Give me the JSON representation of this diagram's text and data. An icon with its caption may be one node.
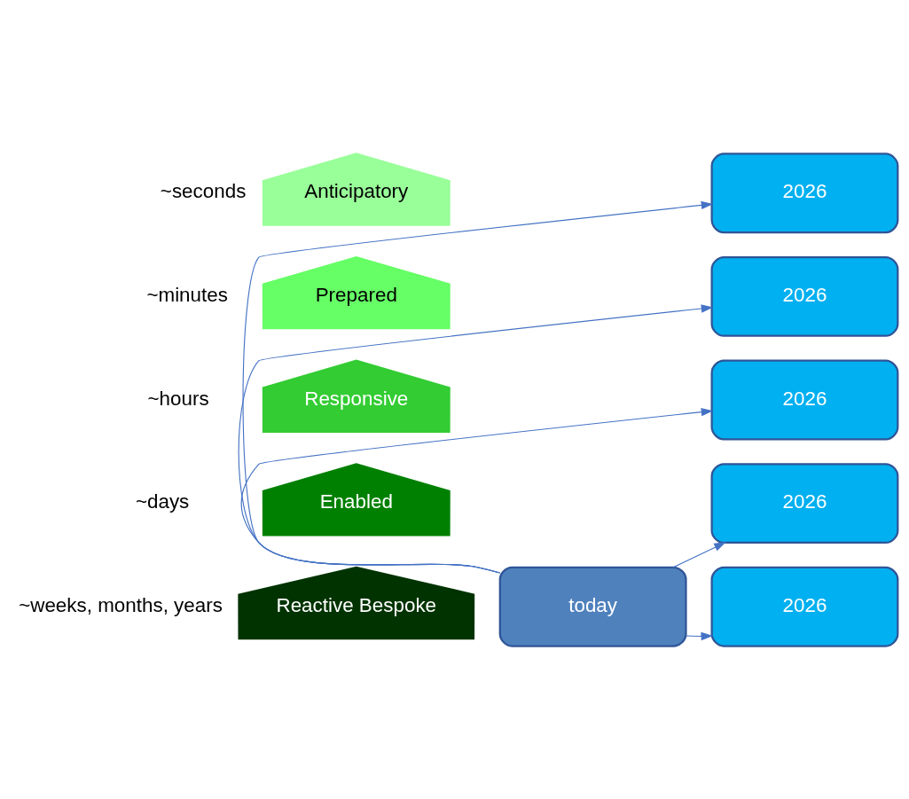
{
  "diagram": {
    "nodes": [
      {
        "text": [
          "Anticipatory"
        ],
        "beside": [
          "~seconds"
        ]
      },
      {
        "text": [
          "Prepared"
        ],
        "beside": [
          "~minutes"
        ]
      },
      {
        "text": [
          "Responsive"
        ],
        "beside": [
          "~hours"
        ]
      },
      {
        "text": [
          "Enabled"
        ],
        "beside": [
          "~days"
        ]
      },
      {
        "text": [
          "Reactive Bespoke"
        ],
        "beside": [
          "~weeks, months, years"
        ]
      },
      {
        "text": [
          "2026"
        ]
      },
      {
        "text": [
          "2026"
        ]
      },
      {
        "text": [
          "2026"
        ]
      },
      {
        "text": [
          "2026"
        ]
      },
      {
        "text": [
          "today"
        ]
      },
      {
        "text": [
          "2026"
        ]
      }
    ],
    "edges": [
      {
        "from": 9,
        "to": 5,
        "arrow": "to"
      },
      {
        "from": 9,
        "to": 6,
        "arrow": "to"
      },
      {
        "from": 9,
        "to": 7,
        "arrow": "to"
      },
      {
        "from": 9,
        "to": 8,
        "arrow": "to"
      },
      {
        "from": 9,
        "to": 10,
        "arrow": "to"
      }
    ]
  }
}
